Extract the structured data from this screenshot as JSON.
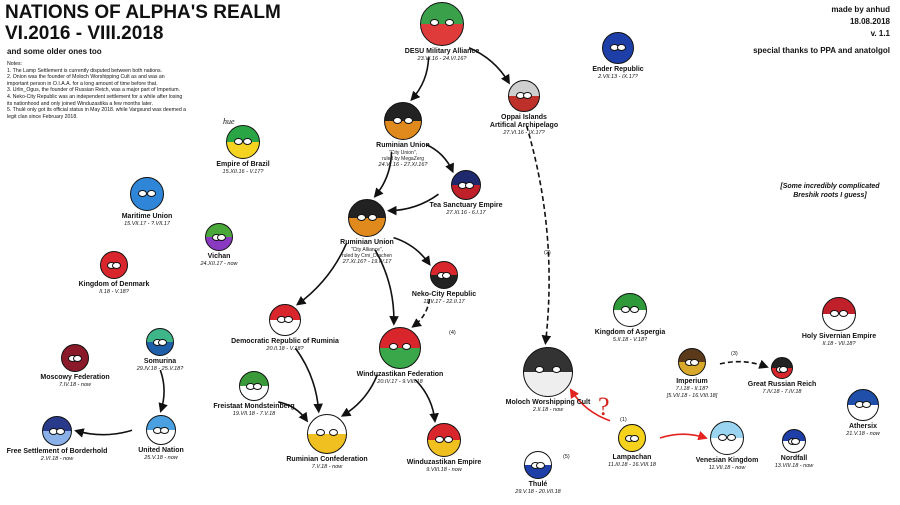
{
  "header": {
    "title": "NATIONS OF ALPHA'S REALM",
    "period": "VI.2016 - VIII.2018",
    "older_note": "and some older ones too",
    "author": "made by anhud",
    "date": "18.08.2018",
    "version": "v. 1.1",
    "thanks": "special thanks to PPA and anatolgol"
  },
  "notes": {
    "heading": "Notes:",
    "items": [
      "1. The Lamp Settlement is currently disputed between both nations.",
      "2. Onion was the founder of Moloch Worshipping Cult as and was an important person in O.I.A.A. for a long amount of time before that.",
      "3. Urlin_Ogus, the founder of Russian Reich, was a major part of Imperium.",
      "4. Neko-City Republic was an independent settlement for a while after losing its nationhood and only joined Winduzastika a few months later.",
      "5. Thulé only got its official status in May 2018. while Vargsund was deemed a legit clan since February 2018."
    ]
  },
  "nodes": {
    "desu": {
      "name": "DESU Military Alliance",
      "dates": "23.VI.16 - 24.VI.16?",
      "colors": [
        "#3aa04a",
        "#e03b3b"
      ]
    },
    "oppai": {
      "name": "Oppai Islands",
      "name2": "Artifical Archipelago",
      "dates": "27.VI.16 - IX.17?",
      "colors": [
        "#cfcfcf",
        "#c0302b"
      ]
    },
    "ender": {
      "name": "Ender Republic",
      "dates": "2.VII.13 - IX.17?",
      "colors": [
        "#1f3fa8",
        "#1f3fa8"
      ]
    },
    "brazil": {
      "name": "Empire of Brazil",
      "dates": "15.XII.16 - V.17?",
      "colors": [
        "#2aa545",
        "#f4d321"
      ]
    },
    "ruminian1": {
      "name": "Ruminian Union",
      "sub1": "\"City Union\",",
      "sub2": "ruled by MegaZerg",
      "dates": "24.VI.16 - 27.XI.16?",
      "colors": [
        "#222222",
        "#e08a1e"
      ]
    },
    "tea": {
      "name": "Tea Sanctuary Empire",
      "dates": "27.XI.16 - 6.I.17",
      "colors": [
        "#1f2a6e",
        "#c0202a"
      ]
    },
    "maritime": {
      "name": "Maritime Union",
      "dates": "15.VII.17 - ?.VII.17",
      "colors": [
        "#2f86d8",
        "#2f86d8"
      ]
    },
    "vichan": {
      "name": "Vichan",
      "dates": "24.XII.17 - now",
      "colors": [
        "#4aa83a",
        "#8a3ac0"
      ]
    },
    "ruminian2": {
      "name": "Ruminian Union",
      "sub1": "\"City Alliance\",",
      "sub2": "ruled by Crni_Drachen",
      "dates": "27.XI.16? - 19.IV.17",
      "colors": [
        "#222222",
        "#e08a1e"
      ]
    },
    "denmark": {
      "name": "Kingdom of Denmark",
      "dates": "II.18 - V.18?",
      "colors": [
        "#d8262c",
        "#d8262c"
      ]
    },
    "neko": {
      "name": "Neko-City Republic",
      "dates": "11.II.17 - 22.II.17",
      "colors": [
        "#d8262c",
        "#222222"
      ]
    },
    "drr": {
      "name": "Democratic Republic of Ruminia",
      "dates": "20.II.18 - V.18?",
      "colors": [
        "#d8262c",
        "#ffffff"
      ]
    },
    "windu_fed": {
      "name": "Winduzastikan Federation",
      "dates": "20.IV.17 - 9.VIII.18",
      "colors": [
        "#d8262c",
        "#3aa84a"
      ]
    },
    "aspergia": {
      "name": "Kingdom of Aspergia",
      "dates": "5.II.18 - V.18?",
      "colors": [
        "#2f9a3a",
        "#ffffff"
      ]
    },
    "holy_sivernian": {
      "name": "Holy Sivernian Empire",
      "dates": "II.18 - VII.18?",
      "colors": [
        "#c0202a",
        "#ffffff"
      ]
    },
    "moscowy": {
      "name": "Moscowy Federation",
      "dates": "7.IV.18 - now",
      "colors": [
        "#8a1a2a",
        "#8a1a2a"
      ]
    },
    "somurina": {
      "name": "Somurina",
      "dates": "29.IV.18 - 25.V.18?",
      "colors": [
        "#3fb58a",
        "#1f5ea8"
      ]
    },
    "freistaat": {
      "name": "Freistaat Mondsteinberg",
      "dates": "19.VII.18 - 7.V.18",
      "colors": [
        "#3a9a3a",
        "#ffffff"
      ]
    },
    "moloch": {
      "name": "Moloch Worshipping Cult",
      "dates": "2.II.18 - now",
      "colors": [
        "#333333",
        "#eeeeee"
      ]
    },
    "imperium": {
      "name": "Imperium",
      "dates": "7.I.18 - II.18?",
      "dates2": "[5.VII.18 - 16.VIII.18]",
      "colors": [
        "#5a3a1a",
        "#d8a82a"
      ]
    },
    "russian_reich": {
      "name": "Great Russian Reich",
      "dates": "7.IV.18 - 7.IV.18",
      "colors": [
        "#222222",
        "#d8262c"
      ]
    },
    "athersix": {
      "name": "Athersix",
      "dates": "21.V.18 - now",
      "colors": [
        "#1f4fa8",
        "#ffffff"
      ]
    },
    "freesettlement": {
      "name": "Free Settlement of Borderhold",
      "dates": "2.VI.18 - now",
      "colors": [
        "#2a3a8a",
        "#8ab0e8"
      ]
    },
    "united_nation": {
      "name": "United Nation",
      "dates": "25.V.18 - now",
      "colors": [
        "#4aa0e0",
        "#ffffff"
      ]
    },
    "confederation": {
      "name": "Ruminian Confederation",
      "dates": "7.V.18 - now",
      "colors": [
        "#ffffff",
        "#f0c020"
      ]
    },
    "windu_empire": {
      "name": "Winduzastikan Empire",
      "dates": "9.VIII.18 - now",
      "colors": [
        "#d8262c",
        "#f0c020"
      ]
    },
    "thule": {
      "name": "Thulé",
      "dates": "29.V.18 - 20.VII.18",
      "colors": [
        "#ffffff",
        "#1f3fa8"
      ]
    },
    "lampachan": {
      "name": "Lampachan",
      "dates": "11.III.18 - 16.VIII.18",
      "colors": [
        "#f5d21c",
        "#f5d21c"
      ]
    },
    "venesian": {
      "name": "Venesian Kingdom",
      "dates": "11.VII.18 - now",
      "colors": [
        "#9ad4f0",
        "#ffffff"
      ]
    },
    "nordfall": {
      "name": "Nordfall",
      "dates": "13.VIII.18 - now",
      "colors": [
        "#1f3fa8",
        "#ffffff"
      ]
    }
  },
  "decorations": {
    "breshik_note": "[Some incredibly complicated Breshik roots I guess]",
    "brazil_bubble": "hue",
    "lampachan_mark": "?"
  },
  "edge_labels": {
    "note1": "(1)",
    "note2": "(2)",
    "note3": "(3)",
    "note4": "(4)",
    "note5": "(5)"
  }
}
